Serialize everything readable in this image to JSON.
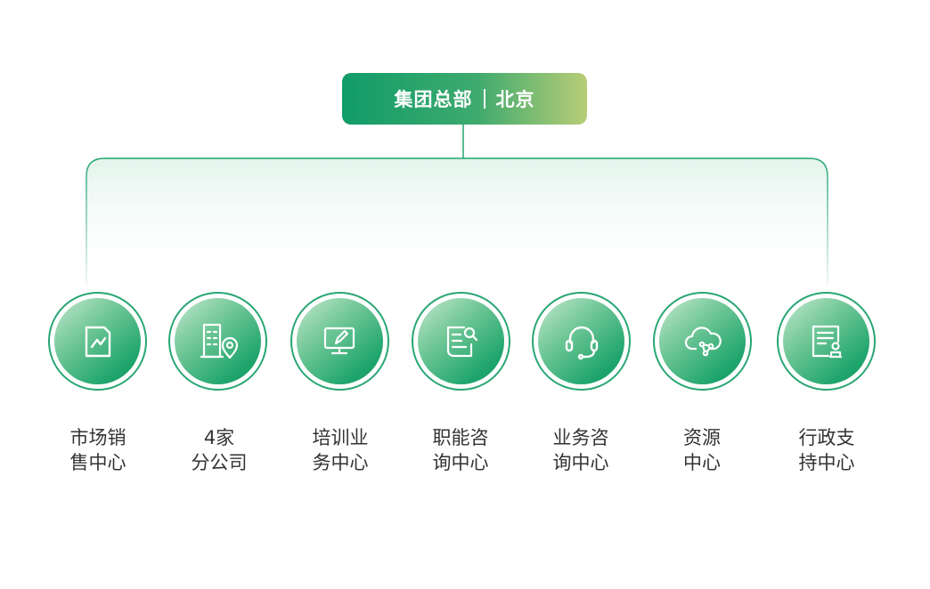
{
  "headquarters": {
    "name": "集团总部",
    "city": "北京"
  },
  "colors": {
    "primary": "#149b63",
    "accent": "#b8cd77",
    "text": "#333333"
  },
  "centers": [
    {
      "line1": "市场销",
      "line2": "售中心",
      "icon": "market-chart-icon"
    },
    {
      "line1": "4家",
      "line2": "分公司",
      "icon": "building-location-icon"
    },
    {
      "line1": "培训业",
      "line2": "务中心",
      "icon": "monitor-pen-icon"
    },
    {
      "line1": "职能咨",
      "line2": "询中心",
      "icon": "document-search-icon"
    },
    {
      "line1": "业务咨",
      "line2": "询中心",
      "icon": "headset-icon"
    },
    {
      "line1": "资源",
      "line2": "中心",
      "icon": "cloud-network-icon"
    },
    {
      "line1": "行政支",
      "line2": "持中心",
      "icon": "document-stamp-icon"
    }
  ]
}
